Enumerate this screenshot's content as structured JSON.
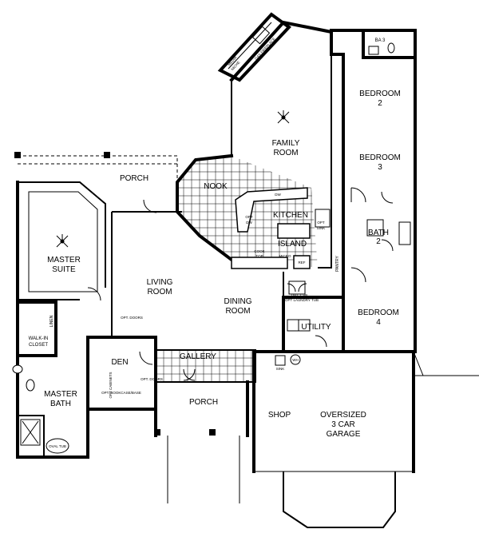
{
  "rooms": {
    "porch_rear": "PORCH",
    "family_room_1": "FAMILY",
    "family_room_2": "ROOM",
    "nook": "NOOK",
    "kitchen": "KITCHEN",
    "island": "ISLAND",
    "master_suite_1": "MASTER",
    "master_suite_2": "SUITE",
    "living_room_1": "LIVING",
    "living_room_2": "ROOM",
    "dining_room_1": "DINING",
    "dining_room_2": "ROOM",
    "bedroom2_1": "BEDROOM",
    "bedroom2_2": "2",
    "bedroom3_1": "BEDROOM",
    "bedroom3_2": "3",
    "bath2_1": "BATH",
    "bath2_2": "2",
    "bedroom4_1": "BEDROOM",
    "bedroom4_2": "4",
    "utility": "UTILITY",
    "ba3": "BA 3",
    "walk_in_closet_1": "WALK-IN",
    "walk_in_closet_2": "CLOSET",
    "master_bath_1": "MASTER",
    "master_bath_2": "BATH",
    "den": "DEN",
    "gallery": "GALLERY",
    "porch_front": "PORCH",
    "shop": "SHOP",
    "garage_1": "OVERSIZED",
    "garage_2": "3 CAR",
    "garage_3": "GARAGE"
  },
  "notes": {
    "media_niche_1": "MEDIA",
    "media_niche_2": "NICHE",
    "gas_fireplace": "GAS FIREPLACE",
    "dw": "DW",
    "opt_dw_1": "OPT",
    "opt_dw_2": "DW",
    "opt_sink_1": "OPT",
    "opt_sink_2": "SINK",
    "cook_top_1": "COOK",
    "cook_top_2": "TOP",
    "micro": "MICRO",
    "ref": "REF",
    "pantry": "PANTRY",
    "opt_cab": "OPT. CAB",
    "opt_laundry_tub": "OPT LAUNDRY TUB",
    "opt_doors_living": "OPT. DOORS",
    "opt_cabinets": "OPT CABINETS",
    "opt_doors_den": "OPT. DOORS",
    "opt_bookcase": "OPT. BOOKCASE/BASE",
    "sink": "SINK",
    "wh": "WH",
    "oval_tub": "OVAL TUB",
    "linen": "LINEN"
  }
}
